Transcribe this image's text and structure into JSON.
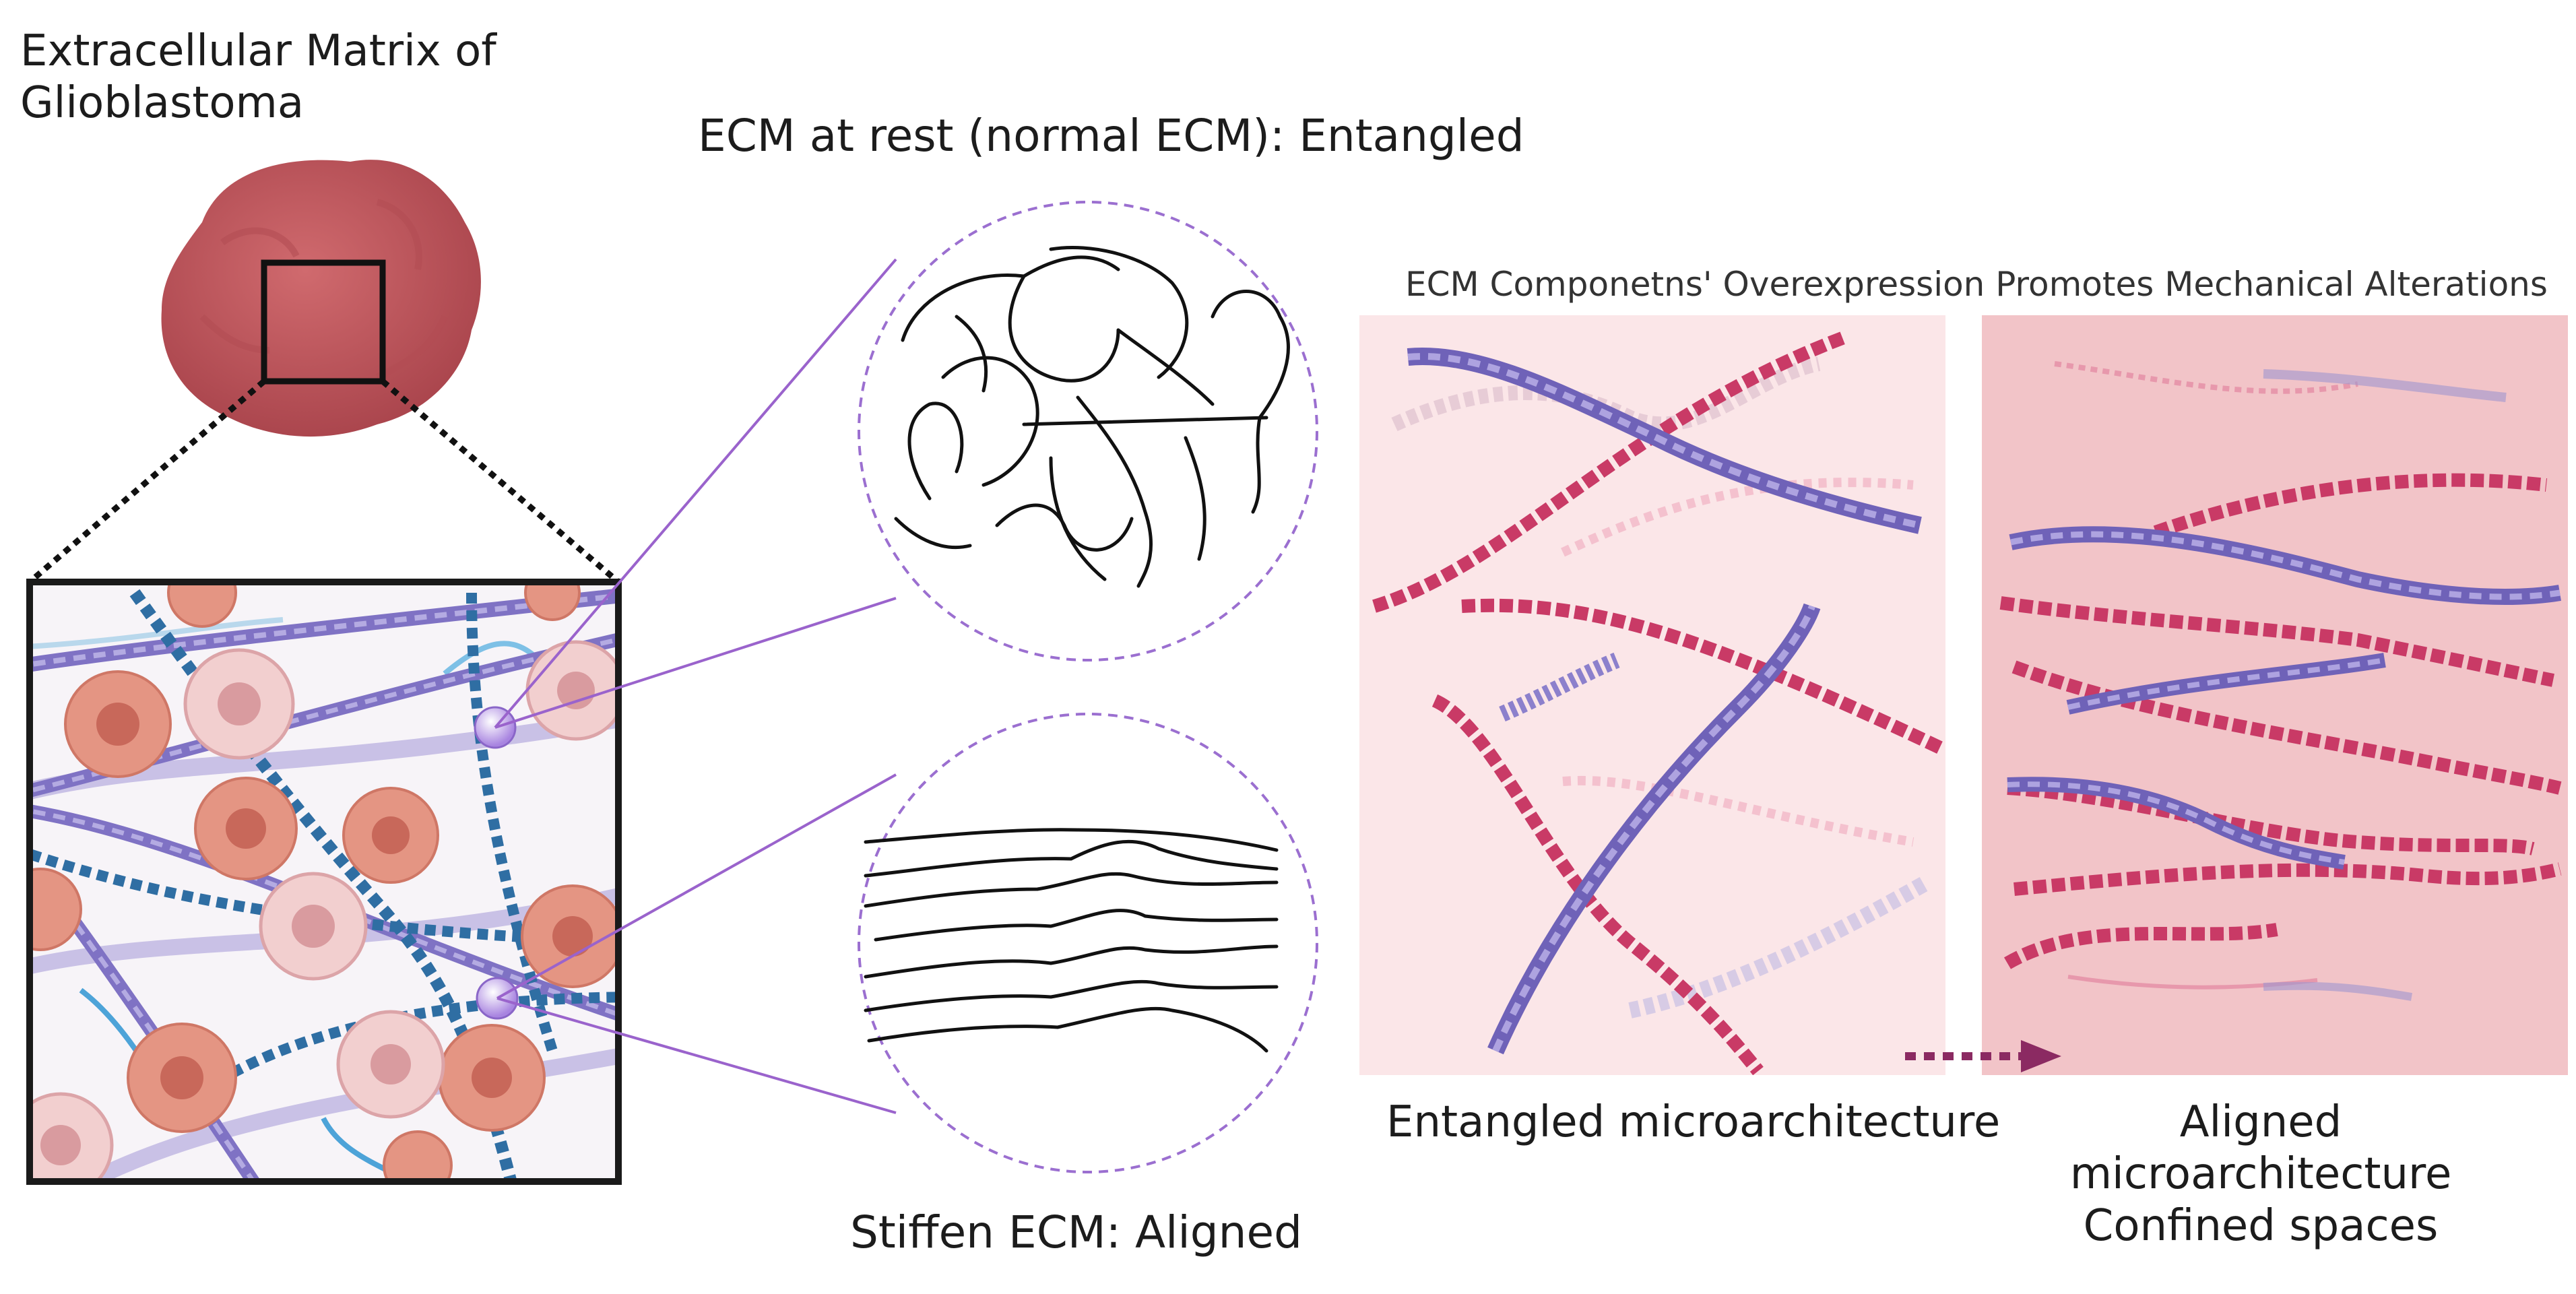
{
  "title_line1": "Extracellular Matrix of",
  "title_line2": "Glioblastoma",
  "rest_label": "ECM at rest (normal ECM): Entangled",
  "stiff_label": "Stiffen ECM: Aligned",
  "overexpression_heading": "ECM Componetns' Overexpression Promotes Mechanical Alterations",
  "entangled_caption": "Entangled microarchitecture",
  "aligned_caption_line1": "Aligned microarchitecture",
  "aligned_caption_line2": "Confined spaces",
  "colors": {
    "tumor": "#c0545a",
    "tumor_dark": "#9e3a42",
    "collagen_purple": "#7a6fc0",
    "fibronectin_pink": "#c93a66",
    "panel_light": "#fbe6e8",
    "panel_dark": "#f2c4c8",
    "circle_dash": "#9b6fd0",
    "arrow": "#8b2a62",
    "cell_pink": "#e9a09a"
  }
}
